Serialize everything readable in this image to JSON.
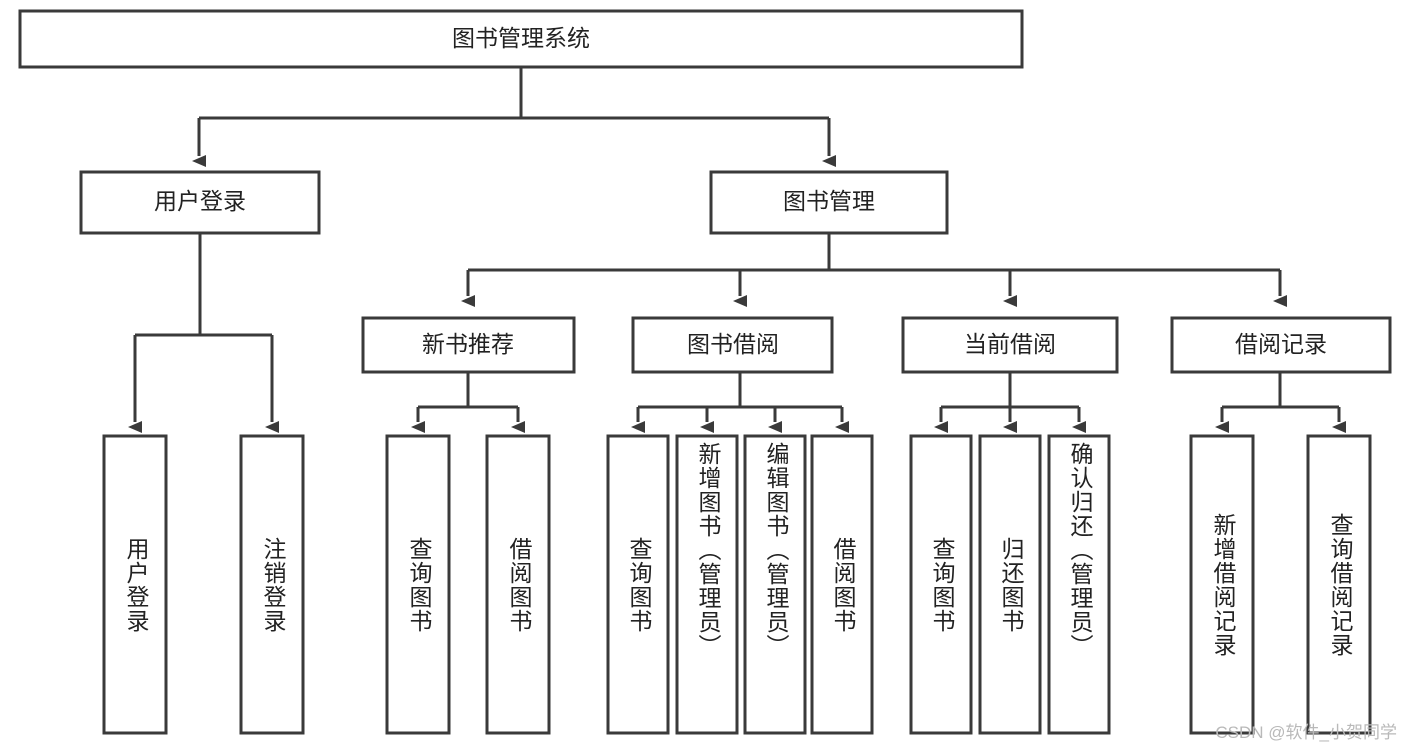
{
  "diagram": {
    "type": "tree",
    "title": "图书管理系统",
    "orientation": "top-down",
    "levels": 4
  },
  "root": {
    "label": "图书管理系统"
  },
  "level2": [
    {
      "label": "用户登录"
    },
    {
      "label": "图书管理"
    }
  ],
  "level3": [
    {
      "label": "新书推荐"
    },
    {
      "label": "图书借阅"
    },
    {
      "label": "当前借阅"
    },
    {
      "label": "借阅记录"
    }
  ],
  "leaves": {
    "user_login": [
      {
        "label": "用户登录"
      },
      {
        "label": "注销登录"
      }
    ],
    "new_book_recommend": [
      {
        "label": "查询图书"
      },
      {
        "label": "借阅图书"
      }
    ],
    "book_borrow": [
      {
        "label": "查询图书"
      },
      {
        "label": "新增图书（管理员）"
      },
      {
        "label": "编辑图书（管理员）"
      },
      {
        "label": "借阅图书"
      }
    ],
    "current_borrow": [
      {
        "label": "查询图书"
      },
      {
        "label": "归还图书"
      },
      {
        "label": "确认归还（管理员）"
      }
    ],
    "borrow_record": [
      {
        "label": "新增借阅记录"
      },
      {
        "label": "查询借阅记录"
      }
    ]
  },
  "watermark": {
    "text": "CSDN @软件_小贺同学"
  },
  "colors": {
    "stroke": "#3a3a3a",
    "fill": "#ffffff",
    "text": "#222222",
    "watermark": "#b9b9b9"
  }
}
